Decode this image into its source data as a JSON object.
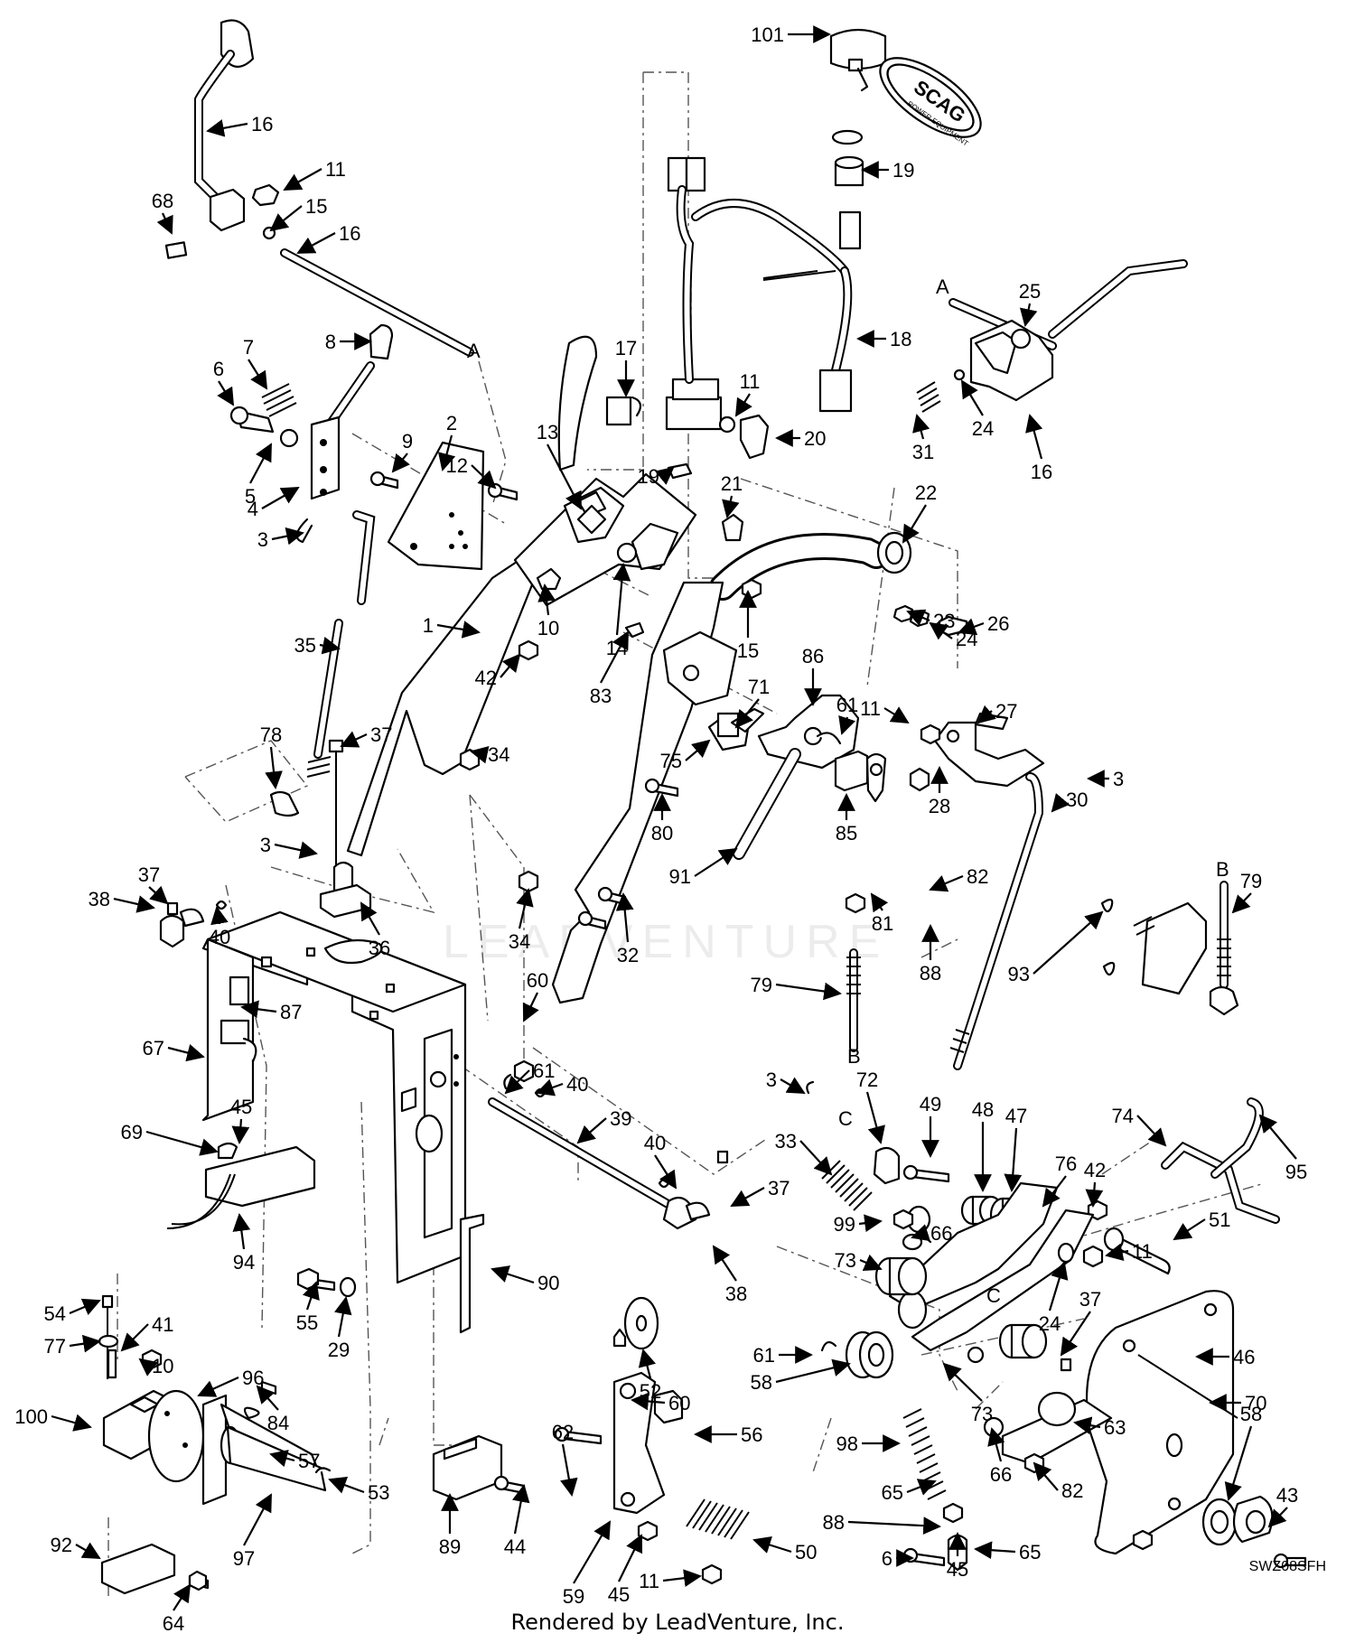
{
  "watermark": "LEADVENTURE",
  "diagram_code": "SWZ08SFH",
  "footer": "Rendered by LeadVenture, Inc.",
  "key_tag_text": [
    "SCAG",
    "POWER EQUIPMENT"
  ],
  "reference_letters": [
    {
      "id": "A",
      "text": "A"
    },
    {
      "id": "A2",
      "text": "A"
    },
    {
      "id": "B",
      "text": "B"
    },
    {
      "id": "B2",
      "text": "B"
    },
    {
      "id": "C",
      "text": "C"
    },
    {
      "id": "C2",
      "text": "C"
    }
  ],
  "callouts": [
    {
      "id": "c101",
      "text": "101"
    },
    {
      "id": "c16a",
      "text": "16"
    },
    {
      "id": "c11a",
      "text": "11"
    },
    {
      "id": "c15a",
      "text": "15"
    },
    {
      "id": "c68",
      "text": "68"
    },
    {
      "id": "c16b",
      "text": "16"
    },
    {
      "id": "c19a",
      "text": "19"
    },
    {
      "id": "c18",
      "text": "18"
    },
    {
      "id": "c25",
      "text": "25"
    },
    {
      "id": "c24a",
      "text": "24"
    },
    {
      "id": "c31",
      "text": "31"
    },
    {
      "id": "c16c",
      "text": "16"
    },
    {
      "id": "c8",
      "text": "8"
    },
    {
      "id": "c7",
      "text": "7"
    },
    {
      "id": "c6a",
      "text": "6"
    },
    {
      "id": "c5",
      "text": "5"
    },
    {
      "id": "c4",
      "text": "4"
    },
    {
      "id": "c3a",
      "text": "3"
    },
    {
      "id": "c9",
      "text": "9"
    },
    {
      "id": "c2",
      "text": "2"
    },
    {
      "id": "c13",
      "text": "13"
    },
    {
      "id": "c17",
      "text": "17"
    },
    {
      "id": "c11b",
      "text": "11"
    },
    {
      "id": "c20",
      "text": "20"
    },
    {
      "id": "c12",
      "text": "12"
    },
    {
      "id": "c19b",
      "text": "19"
    },
    {
      "id": "c21",
      "text": "21"
    },
    {
      "id": "c22",
      "text": "22"
    },
    {
      "id": "c1",
      "text": "1"
    },
    {
      "id": "c10a",
      "text": "10"
    },
    {
      "id": "c14",
      "text": "14"
    },
    {
      "id": "c15b",
      "text": "15"
    },
    {
      "id": "c23",
      "text": "23"
    },
    {
      "id": "c24b",
      "text": "24"
    },
    {
      "id": "c26",
      "text": "26"
    },
    {
      "id": "c35",
      "text": "35"
    },
    {
      "id": "c42a",
      "text": "42"
    },
    {
      "id": "c83",
      "text": "83"
    },
    {
      "id": "c86",
      "text": "86"
    },
    {
      "id": "c71",
      "text": "71"
    },
    {
      "id": "c61a",
      "text": "61"
    },
    {
      "id": "c11c",
      "text": "11"
    },
    {
      "id": "c27",
      "text": "27"
    },
    {
      "id": "c75",
      "text": "75"
    },
    {
      "id": "c78",
      "text": "78"
    },
    {
      "id": "c37a",
      "text": "37"
    },
    {
      "id": "c34a",
      "text": "34"
    },
    {
      "id": "c28",
      "text": "28"
    },
    {
      "id": "c3b",
      "text": "3"
    },
    {
      "id": "c85",
      "text": "85"
    },
    {
      "id": "c80",
      "text": "80"
    },
    {
      "id": "c82a",
      "text": "82"
    },
    {
      "id": "c30",
      "text": "30"
    },
    {
      "id": "c3c",
      "text": "3"
    },
    {
      "id": "c91",
      "text": "91"
    },
    {
      "id": "c81",
      "text": "81"
    },
    {
      "id": "c79a",
      "text": "79"
    },
    {
      "id": "c37b",
      "text": "37"
    },
    {
      "id": "c40a",
      "text": "40"
    },
    {
      "id": "c38a",
      "text": "38"
    },
    {
      "id": "c36",
      "text": "36"
    },
    {
      "id": "c34b",
      "text": "34"
    },
    {
      "id": "c32",
      "text": "32"
    },
    {
      "id": "c88a",
      "text": "88"
    },
    {
      "id": "c93",
      "text": "93"
    },
    {
      "id": "c87",
      "text": "87"
    },
    {
      "id": "c60a",
      "text": "60"
    },
    {
      "id": "c79b",
      "text": "79"
    },
    {
      "id": "c67",
      "text": "67"
    },
    {
      "id": "c61b",
      "text": "61"
    },
    {
      "id": "c40b",
      "text": "40"
    },
    {
      "id": "c3d",
      "text": "3"
    },
    {
      "id": "c72",
      "text": "72"
    },
    {
      "id": "c45a",
      "text": "45"
    },
    {
      "id": "c39",
      "text": "39"
    },
    {
      "id": "c49",
      "text": "49"
    },
    {
      "id": "c48",
      "text": "48"
    },
    {
      "id": "c47",
      "text": "47"
    },
    {
      "id": "c74",
      "text": "74"
    },
    {
      "id": "c69",
      "text": "69"
    },
    {
      "id": "c33",
      "text": "33"
    },
    {
      "id": "c40c",
      "text": "40"
    },
    {
      "id": "c95",
      "text": "95"
    },
    {
      "id": "c76",
      "text": "76"
    },
    {
      "id": "c42b",
      "text": "42"
    },
    {
      "id": "c94",
      "text": "94"
    },
    {
      "id": "c37c",
      "text": "37"
    },
    {
      "id": "c51",
      "text": "51"
    },
    {
      "id": "c99",
      "text": "99"
    },
    {
      "id": "c66a",
      "text": "66"
    },
    {
      "id": "c55",
      "text": "55"
    },
    {
      "id": "c90",
      "text": "90"
    },
    {
      "id": "c38b",
      "text": "38"
    },
    {
      "id": "c73a",
      "text": "73"
    },
    {
      "id": "c29",
      "text": "29"
    },
    {
      "id": "c11d",
      "text": "11"
    },
    {
      "id": "c24c",
      "text": "24"
    },
    {
      "id": "c54",
      "text": "54"
    },
    {
      "id": "c41",
      "text": "41"
    },
    {
      "id": "c77",
      "text": "77"
    },
    {
      "id": "c10b",
      "text": "10"
    },
    {
      "id": "c52",
      "text": "52"
    },
    {
      "id": "c61c",
      "text": "61"
    },
    {
      "id": "c37d",
      "text": "37"
    },
    {
      "id": "c46",
      "text": "46"
    },
    {
      "id": "c96",
      "text": "96"
    },
    {
      "id": "c58a",
      "text": "58"
    },
    {
      "id": "c73b",
      "text": "73"
    },
    {
      "id": "c100",
      "text": "100"
    },
    {
      "id": "c84",
      "text": "84"
    },
    {
      "id": "c89",
      "text": "89"
    },
    {
      "id": "c44",
      "text": "44"
    },
    {
      "id": "c60b",
      "text": "60"
    },
    {
      "id": "c70",
      "text": "70"
    },
    {
      "id": "c57",
      "text": "57"
    },
    {
      "id": "c62",
      "text": "62"
    },
    {
      "id": "c56",
      "text": "56"
    },
    {
      "id": "c98",
      "text": "98"
    },
    {
      "id": "c66b",
      "text": "66"
    },
    {
      "id": "c63",
      "text": "63"
    },
    {
      "id": "c58b",
      "text": "58"
    },
    {
      "id": "c53",
      "text": "53"
    },
    {
      "id": "c82b",
      "text": "82"
    },
    {
      "id": "c43",
      "text": "43"
    },
    {
      "id": "c65a",
      "text": "65"
    },
    {
      "id": "c88b",
      "text": "88"
    },
    {
      "id": "c65b",
      "text": "65"
    },
    {
      "id": "c92",
      "text": "92"
    },
    {
      "id": "c97",
      "text": "97"
    },
    {
      "id": "c59",
      "text": "59"
    },
    {
      "id": "c45b",
      "text": "45"
    },
    {
      "id": "c50",
      "text": "50"
    },
    {
      "id": "c6b",
      "text": "6"
    },
    {
      "id": "c45c",
      "text": "45"
    },
    {
      "id": "c11e",
      "text": "11"
    },
    {
      "id": "c64",
      "text": "64"
    }
  ]
}
